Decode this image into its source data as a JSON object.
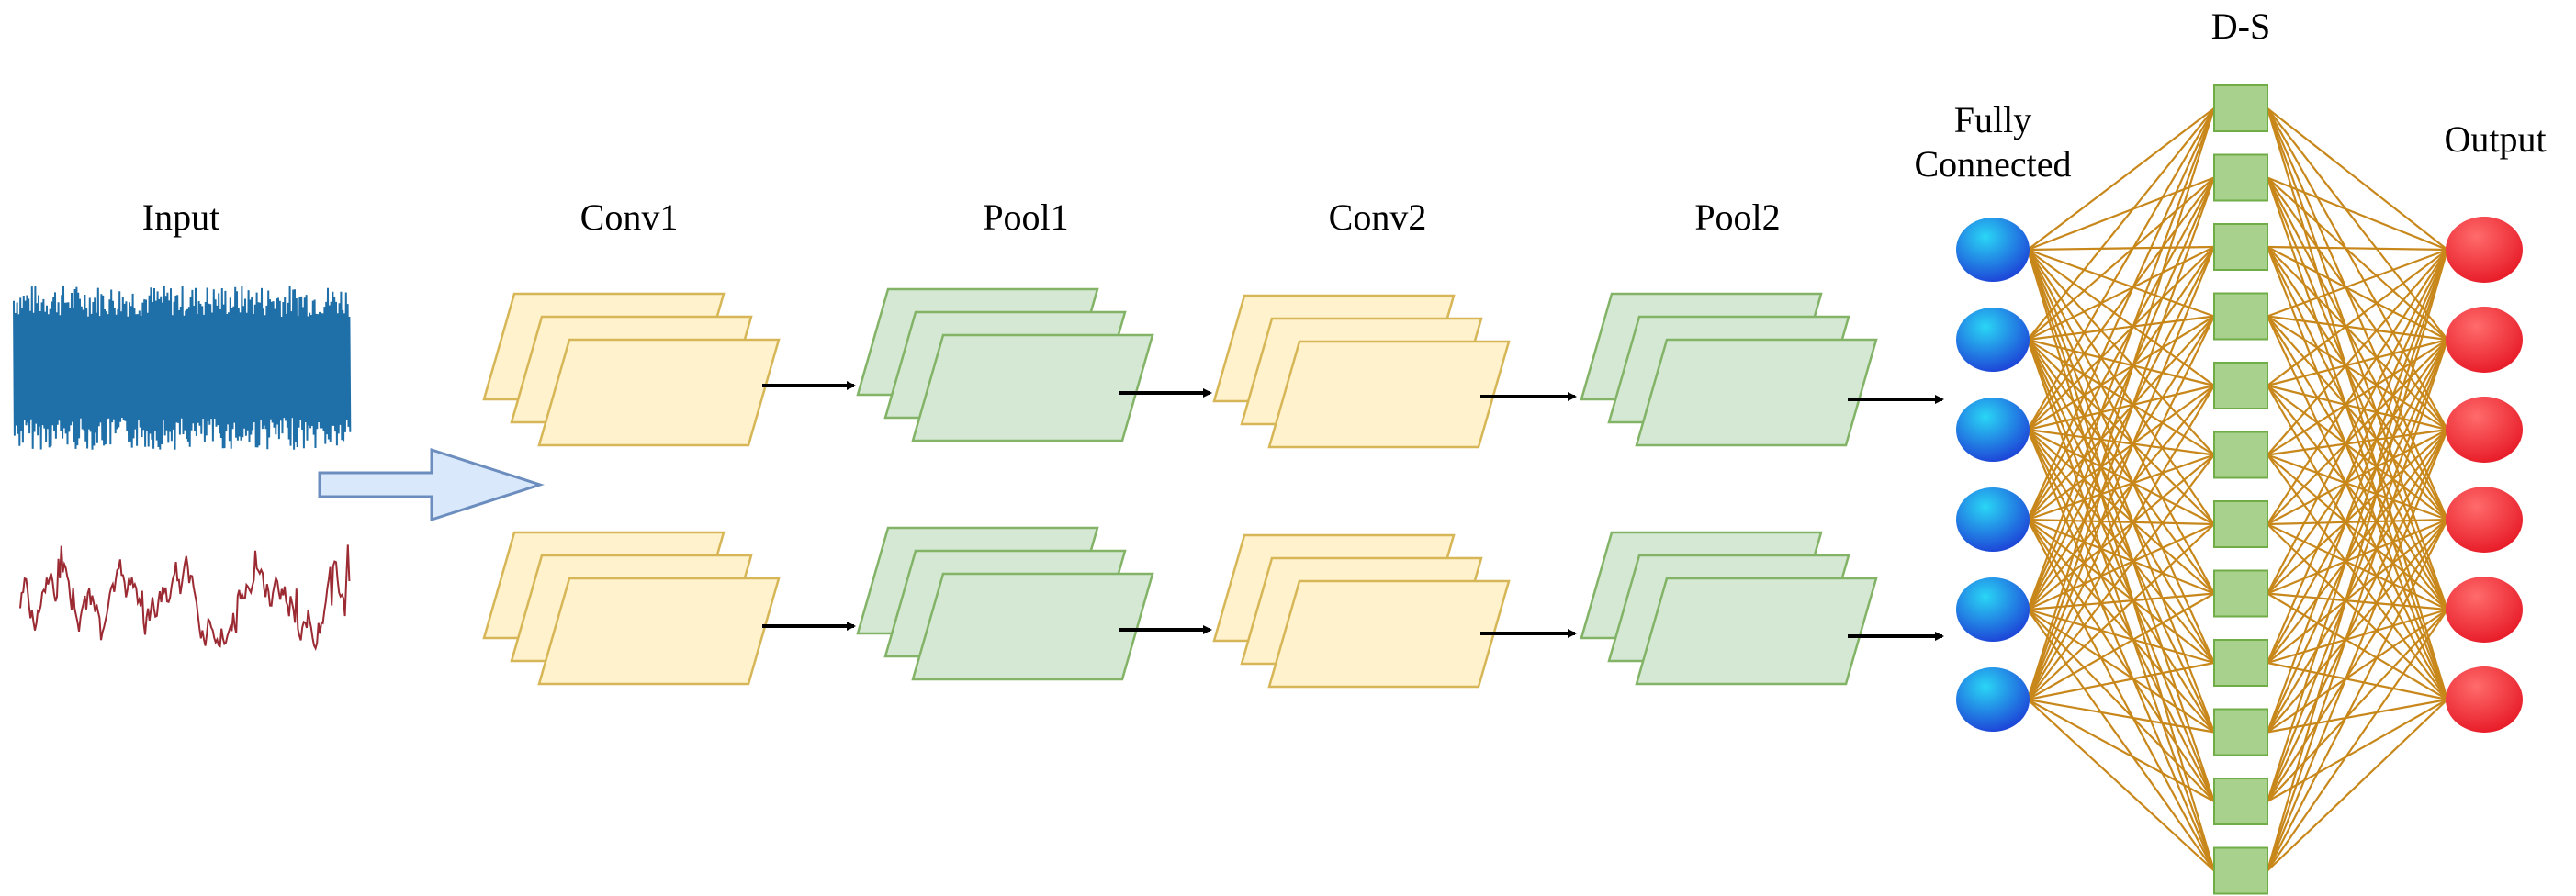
{
  "labels": {
    "input": "Input",
    "conv1": "Conv1",
    "pool1": "Pool1",
    "conv2": "Conv2",
    "pool2": "Pool2",
    "fc_line1": "Fully",
    "fc_line2": "Connected",
    "ds": "D-S",
    "output": "Output"
  },
  "colors": {
    "signal_top": "#1f6fa8",
    "signal_bottom": "#9b2a33",
    "conv_fill": "#fff2cc",
    "pool_fill": "#d5e8d4",
    "fc_node": "#1e6fe0",
    "output_node": "#ee2b33",
    "ds_node": "#a9d18e",
    "connection": "#c8871a"
  },
  "network": {
    "fully_connected_nodes": 6,
    "ds_nodes": 12,
    "output_nodes": 6
  }
}
